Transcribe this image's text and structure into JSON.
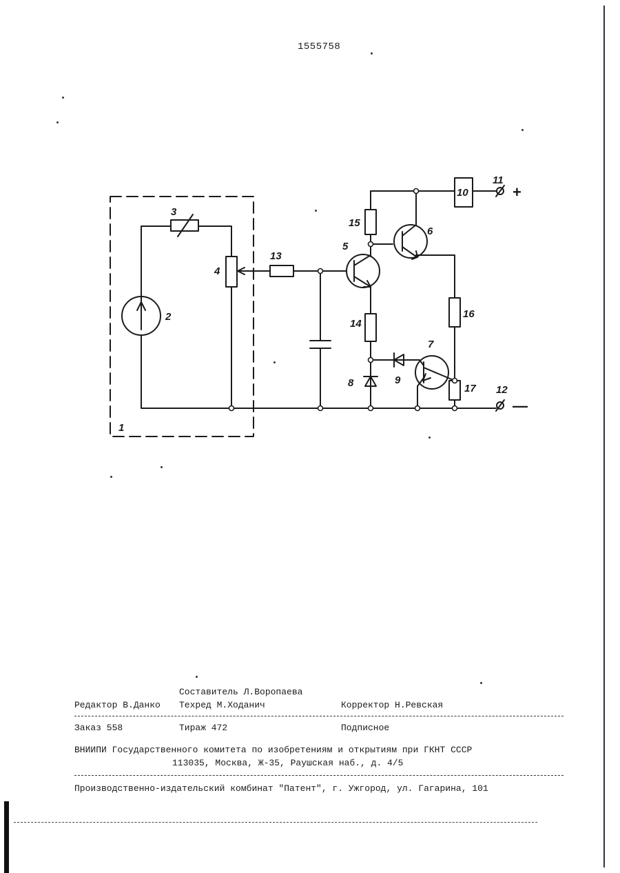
{
  "document": {
    "number": "1555758"
  },
  "schematic": {
    "labels": {
      "block": "1",
      "source": "2",
      "thermistor": "3",
      "potentiometer": "4",
      "transistor_5": "5",
      "transistor_6": "6",
      "transistor_7": "7",
      "zener": "8",
      "diode": "9",
      "load": "10",
      "terminal_plus": "11",
      "terminal_minus": "12",
      "resistor_13": "13",
      "resistor_14": "14",
      "resistor_15": "15",
      "resistor_16": "16",
      "resistor_17": "17",
      "plus_sign": "+",
      "minus_sign": "—"
    }
  },
  "imprint": {
    "compiler": "Составитель Л.Воропаева",
    "editor": "Редактор В.Данко",
    "techred": "Техред М.Ходанич",
    "corrector": "Корректор Н.Ревская",
    "order": "Заказ 558",
    "circulation": "Тираж 472",
    "subscription": "Подписное",
    "org_line": "ВНИИПИ Государственного комитета по изобретениям и открытиям при ГКНТ СССР",
    "address": "113035, Москва, Ж-35, Раушская наб., д. 4/5",
    "publisher": "Производственно-издательский комбинат \"Патент\", г. Ужгород, ул. Гагарина, 101"
  }
}
